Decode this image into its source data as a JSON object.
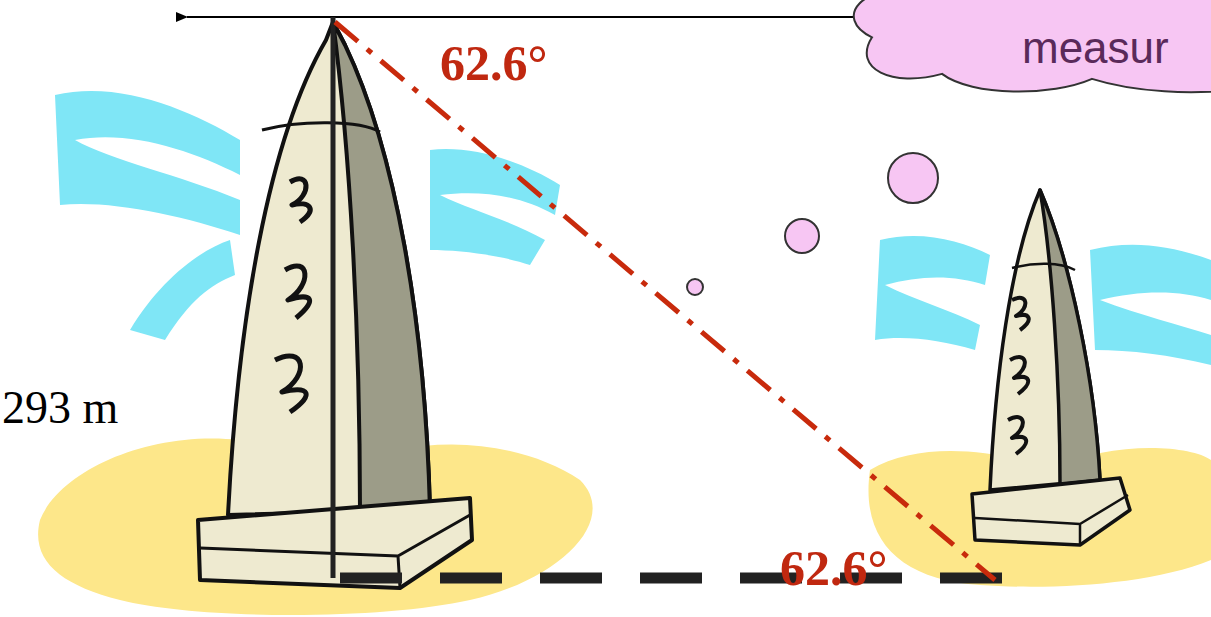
{
  "diagram": {
    "nodes": [
      {
        "text": [
          "measur"
        ]
      }
    ],
    "labels": [
      "62.6°",
      "62.6°",
      "293 m"
    ]
  }
}
